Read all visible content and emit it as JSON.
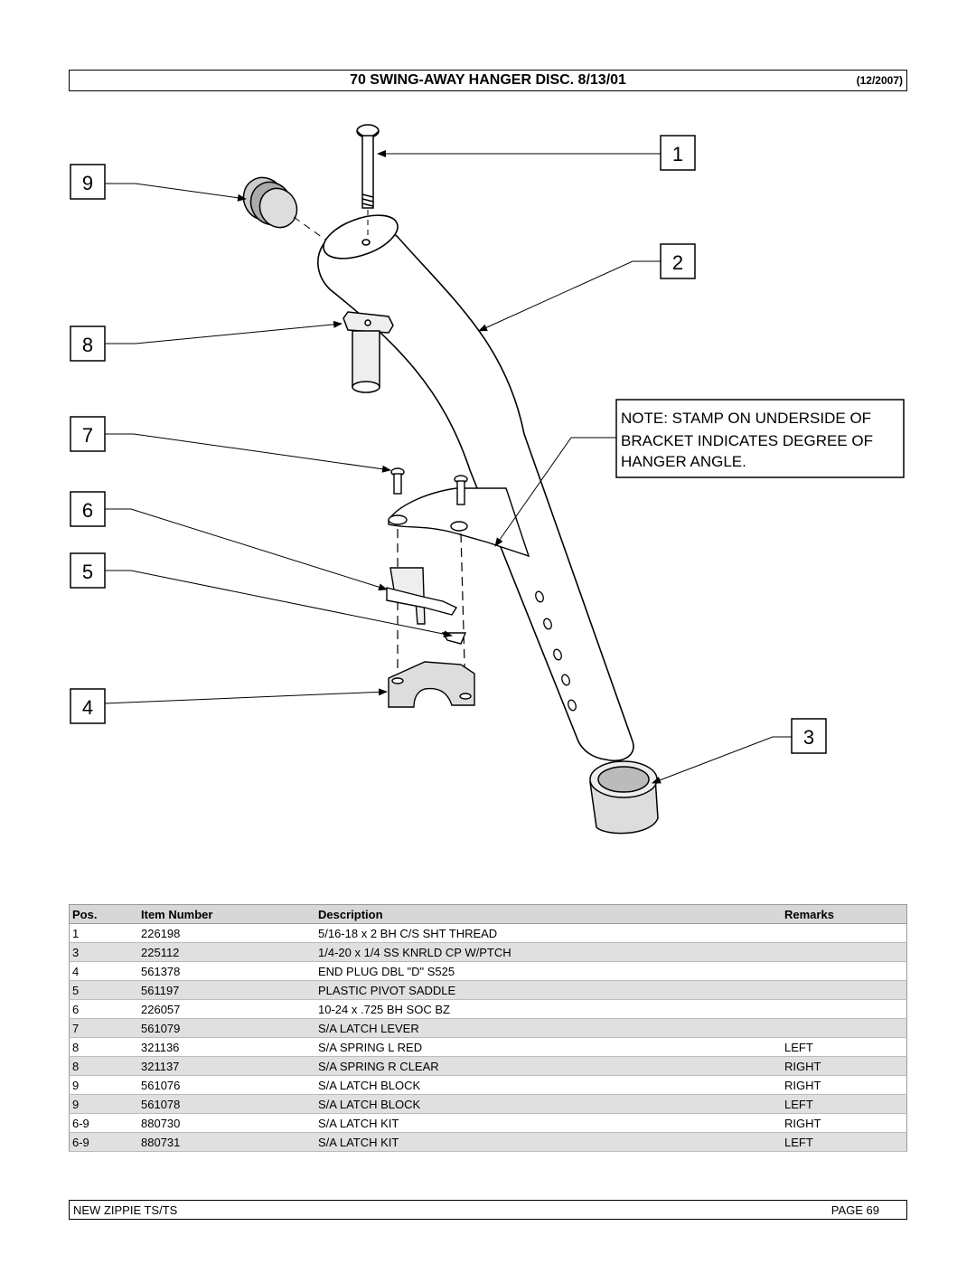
{
  "header": {
    "title": "70 SWING-AWAY HANGER DISC. 8/13/01",
    "revision": "(12/2007)"
  },
  "diagram": {
    "callouts": [
      "1",
      "2",
      "3",
      "4",
      "5",
      "6",
      "7",
      "8",
      "9"
    ],
    "note": {
      "line1": "NOTE:  STAMP ON UNDERSIDE OF",
      "line2": "BRACKET INDICATES DEGREE OF",
      "line3": "HANGER ANGLE."
    }
  },
  "table": {
    "headers": [
      "Pos.",
      "Item Number",
      "Description",
      "Remarks"
    ],
    "rows": [
      [
        "1",
        "226198",
        "5/16-18 x 2 BH C/S SHT THREAD",
        ""
      ],
      [
        "3",
        "225112",
        "1/4-20 x 1/4 SS KNRLD CP W/PTCH",
        ""
      ],
      [
        "4",
        "561378",
        "END PLUG DBL \"D\" S525",
        ""
      ],
      [
        "5",
        "561197",
        "PLASTIC PIVOT SADDLE",
        ""
      ],
      [
        "6",
        "226057",
        "10-24 x .725 BH SOC BZ",
        ""
      ],
      [
        "7",
        "561079",
        "S/A LATCH LEVER",
        ""
      ],
      [
        "8",
        "321136",
        "S/A SPRING L RED",
        "LEFT"
      ],
      [
        "8",
        "321137",
        "S/A SPRING R CLEAR",
        "RIGHT"
      ],
      [
        "9",
        "561076",
        "S/A LATCH BLOCK",
        "RIGHT"
      ],
      [
        "9",
        "561078",
        "S/A LATCH BLOCK",
        "LEFT"
      ],
      [
        "6-9",
        "880730",
        "S/A LATCH KIT",
        "RIGHT"
      ],
      [
        "6-9",
        "880731",
        "S/A LATCH KIT",
        "LEFT"
      ]
    ]
  },
  "footer": {
    "left": "NEW ZIPPIE TS/TS",
    "right": "PAGE 69"
  }
}
